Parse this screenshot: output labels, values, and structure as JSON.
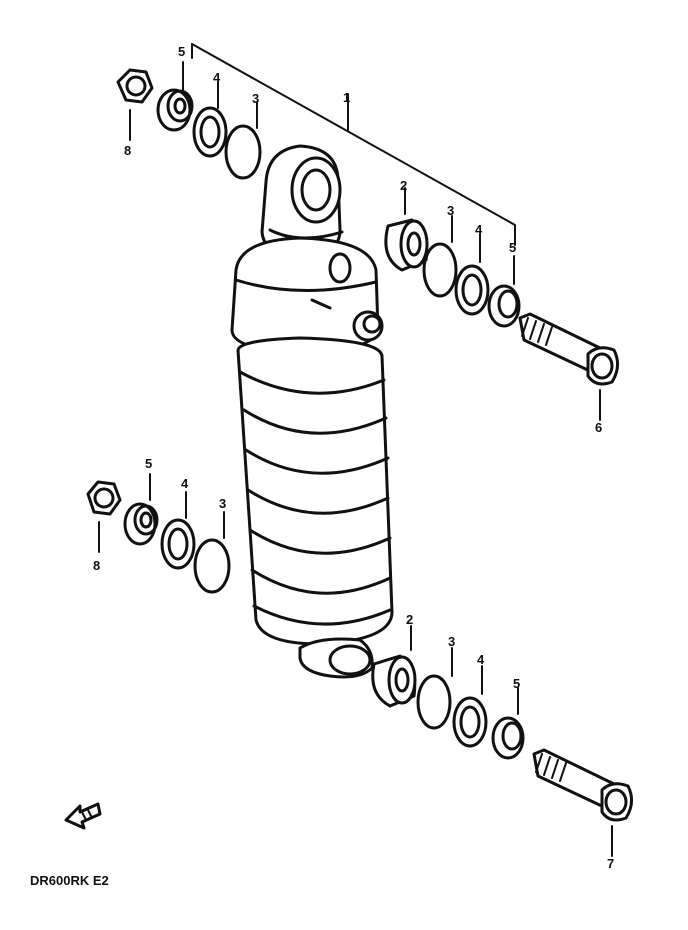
{
  "diagram": {
    "code": "DR600RK E2",
    "callouts": {
      "top_assembly": "1",
      "bushing_top": "2",
      "ring_top_left": "3",
      "washer_top_left": "4",
      "spacer_top_left": "5",
      "ring_top_right": "3",
      "washer_top_right": "4",
      "spacer_top_right": "5",
      "bolt_top": "6",
      "nut_top": "8",
      "bushing_bottom": "2",
      "ring_bottom_left": "3",
      "washer_bottom_left": "4",
      "spacer_bottom_left": "5",
      "ring_bottom_right": "3",
      "washer_bottom_right": "4",
      "spacer_bottom_right": "5",
      "bolt_bottom": "7",
      "nut_bottom": "8"
    }
  }
}
